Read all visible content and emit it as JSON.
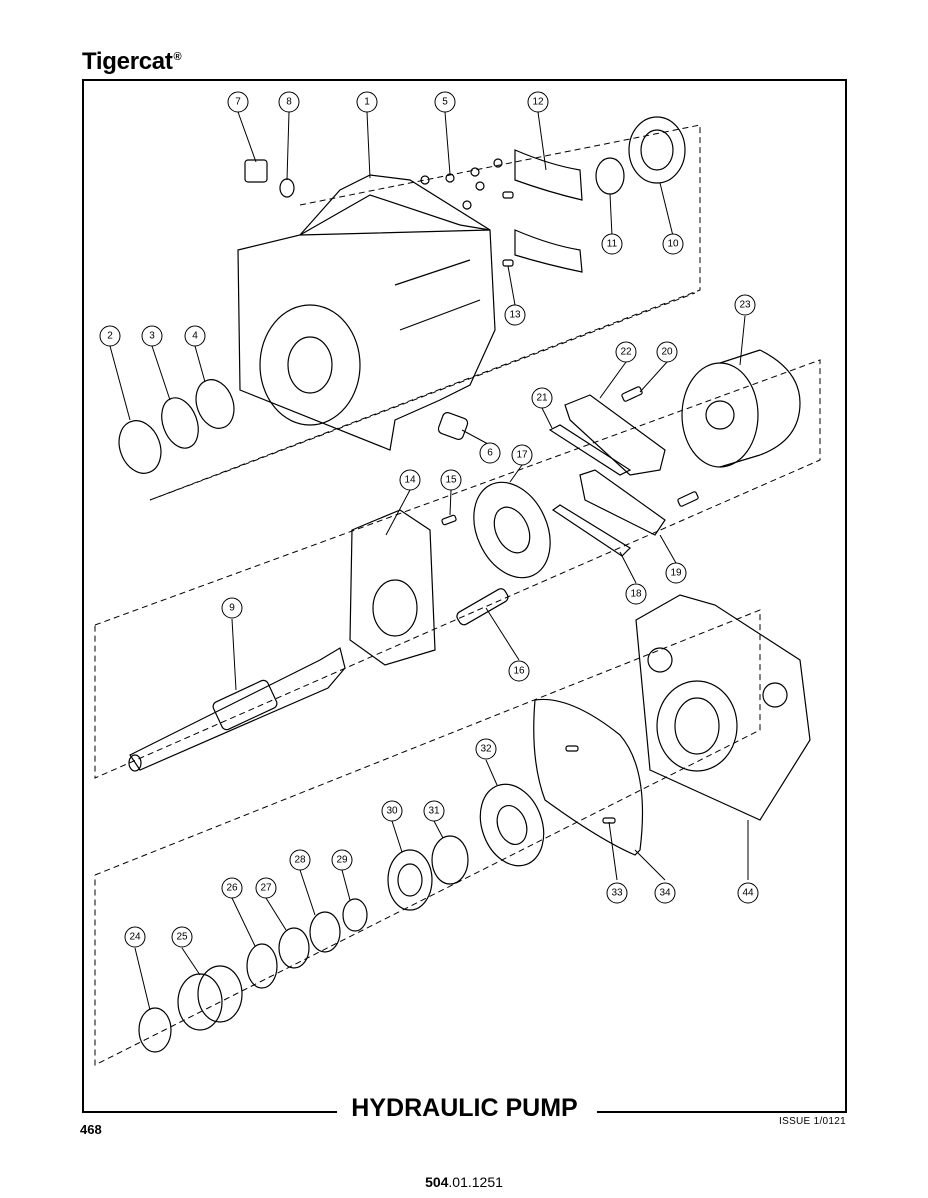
{
  "header": {
    "brand": "Tigercat",
    "trademark": "®"
  },
  "title": "HYDRAULIC PUMP",
  "footer": {
    "page_number": "468",
    "issue": "ISSUE 1/0121",
    "doc_number_bold": "504",
    "doc_number_rest": ".01.1251"
  },
  "callouts": [
    "1",
    "2",
    "3",
    "4",
    "5",
    "6",
    "7",
    "8",
    "9",
    "10",
    "11",
    "12",
    "13",
    "14",
    "15",
    "16",
    "17",
    "18",
    "19",
    "20",
    "21",
    "22",
    "23",
    "24",
    "25",
    "26",
    "27",
    "28",
    "29",
    "30",
    "31",
    "32",
    "33",
    "34",
    "44"
  ]
}
